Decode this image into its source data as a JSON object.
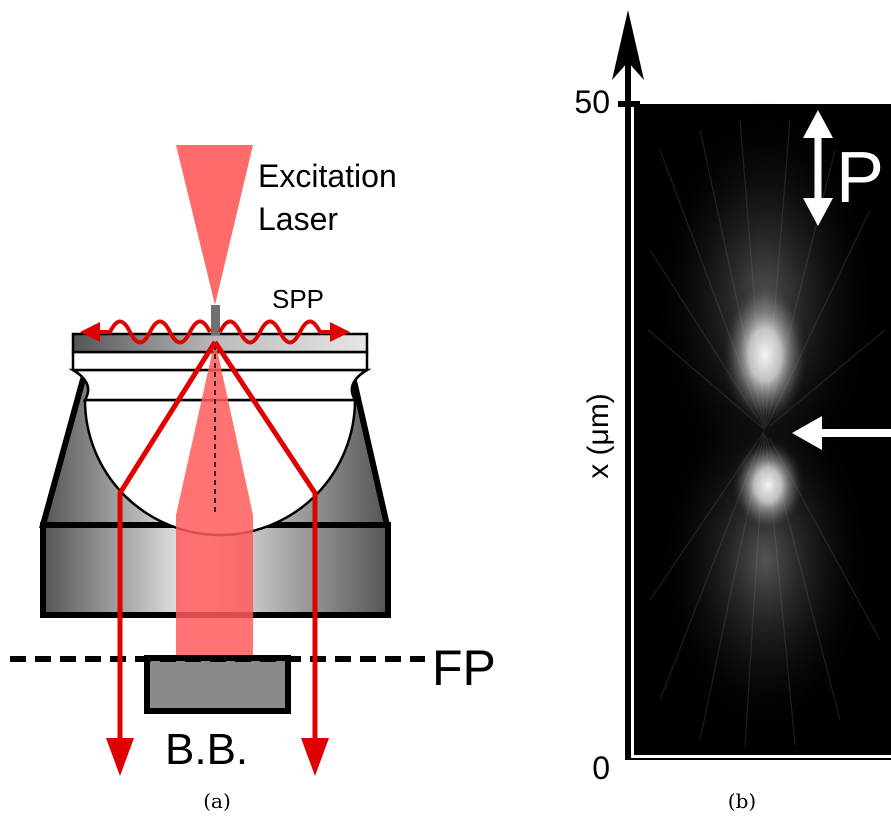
{
  "panel_a": {
    "label_excitation_line1": "Excitation",
    "label_excitation_line2": "Laser",
    "label_spp": "SPP",
    "label_fp": "FP",
    "label_bb": "B.B.",
    "caption": "(a)",
    "colors": {
      "laser": "#ff5a5a",
      "ray": "#e00000",
      "body": "#8a8a8a"
    }
  },
  "panel_b": {
    "axis_label": "x (μm)",
    "tick_top": "50",
    "tick_bottom": "0",
    "label_p": "P",
    "caption": "(b)",
    "colors": {
      "image_bg": "#000000",
      "arrow": "#ffffff"
    }
  }
}
